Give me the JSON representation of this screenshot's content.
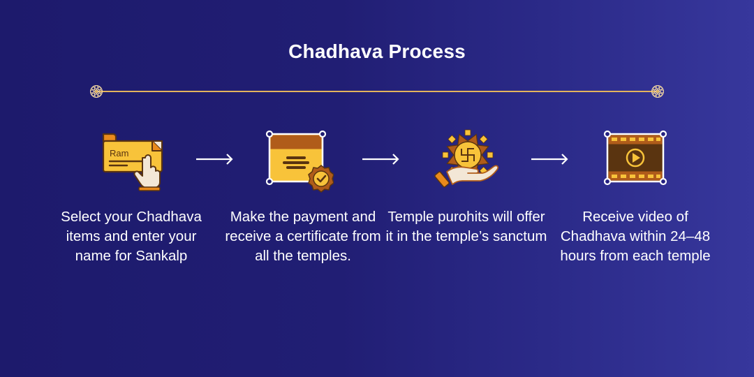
{
  "header": {
    "title": "Chadhava Process"
  },
  "divider": {
    "line_color": "#e4b45c",
    "ornament_icon": "mandala-flower-icon"
  },
  "steps": [
    {
      "icon": "name-card-tap-icon",
      "icon_label": "Ram",
      "text": "Select your Chadhava items and enter your name for Sankalp"
    },
    {
      "icon": "payment-certificate-icon",
      "text": "Make the payment and receive a certificate from all the temples."
    },
    {
      "icon": "offering-hand-swastika-icon",
      "text": "Temple purohits will offer it in the temple’s sanctum"
    },
    {
      "icon": "video-film-icon",
      "text": "Receive video of Chadhava within 24–48 hours from each temple"
    }
  ],
  "arrows": [
    "arrow-right-icon",
    "arrow-right-icon",
    "arrow-right-icon"
  ],
  "colors": {
    "background_start": "#1d1a6c",
    "background_end": "#37379c",
    "accent_yellow": "#f8c33a",
    "accent_brown": "#5a3410",
    "accent_orange": "#c07020"
  }
}
